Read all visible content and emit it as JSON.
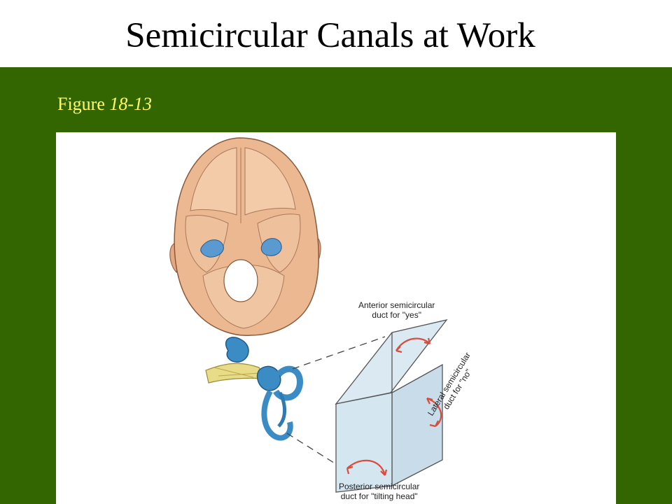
{
  "slide": {
    "title": "Semicircular Canals at Work",
    "figure_label_prefix": "Figure ",
    "figure_label_number": "18-13"
  },
  "figure": {
    "captions": {
      "anterior_line1": "Anterior semicircular",
      "anterior_line2": "duct for \"yes\"",
      "lateral_line1": "Lateral semicircular",
      "lateral_line2": "duct for \"no\"",
      "posterior_line1": "Posterior semicircular",
      "posterior_line2": "duct for \"tilting head\""
    },
    "colors": {
      "background_green": "#336600",
      "label_yellow": "#ffff66",
      "skull_tan": "#e8b48c",
      "labyrinth_blue": "#3b8cc4",
      "nerve_yellow": "#e8dc88",
      "plane_blue": "#d4e6f0",
      "arrow_red": "#d94c3c"
    }
  }
}
